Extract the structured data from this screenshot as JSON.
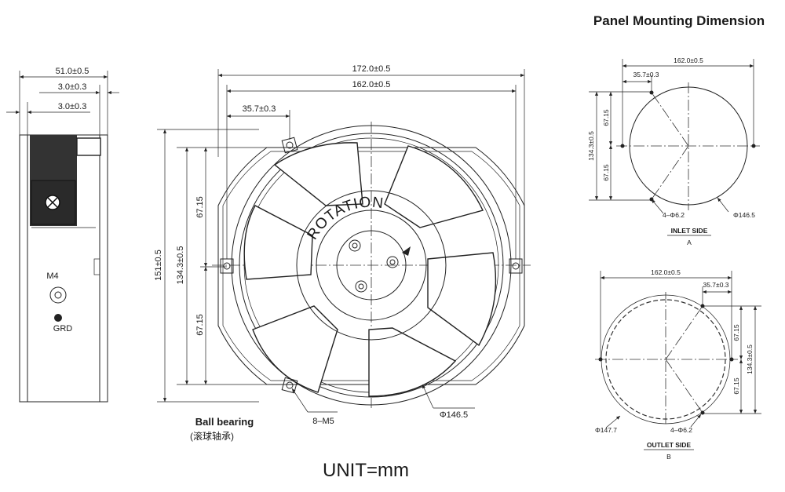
{
  "title": "Panel Mounting Dimension",
  "unit_label": "UNIT=mm",
  "side_view": {
    "width_overall": "51.0±0.5",
    "flange_1": "3.0±0.3",
    "flange_2": "3.0±0.3",
    "screw_label": "M4",
    "ground_label": "GRD"
  },
  "front_view": {
    "overall_width": "172.0±0.5",
    "hole_spacing": "162.0±0.5",
    "hole_offset": "35.7±0.3",
    "overall_height": "151±0.5",
    "hole_height": "134.3±0.5",
    "half_upper": "67.15",
    "half_lower": "67.15",
    "rotation_label": "ROTATION",
    "bearing_label": "Ball bearing",
    "bearing_label_cn": "(滚球轴承)",
    "screw_holes": "8–M5",
    "impeller_dia": "Φ146.5"
  },
  "inlet": {
    "hole_spacing": "162.0±0.5",
    "hole_offset": "35.7±0.3",
    "height": "134.3±0.5",
    "half_upper": "67.15",
    "half_lower": "67.15",
    "holes": "4–Φ6.2",
    "diameter": "Φ146.5",
    "side_label": "INLET SIDE",
    "side_letter": "A"
  },
  "outlet": {
    "hole_spacing": "162.0±0.5",
    "hole_offset": "35.7±0.3",
    "height": "134.3±0.5",
    "half_upper": "67.15",
    "half_lower": "67.15",
    "holes": "4–Φ6.2",
    "diameter": "Φ147.7",
    "side_label": "OUTLET SIDE",
    "side_letter": "B"
  }
}
